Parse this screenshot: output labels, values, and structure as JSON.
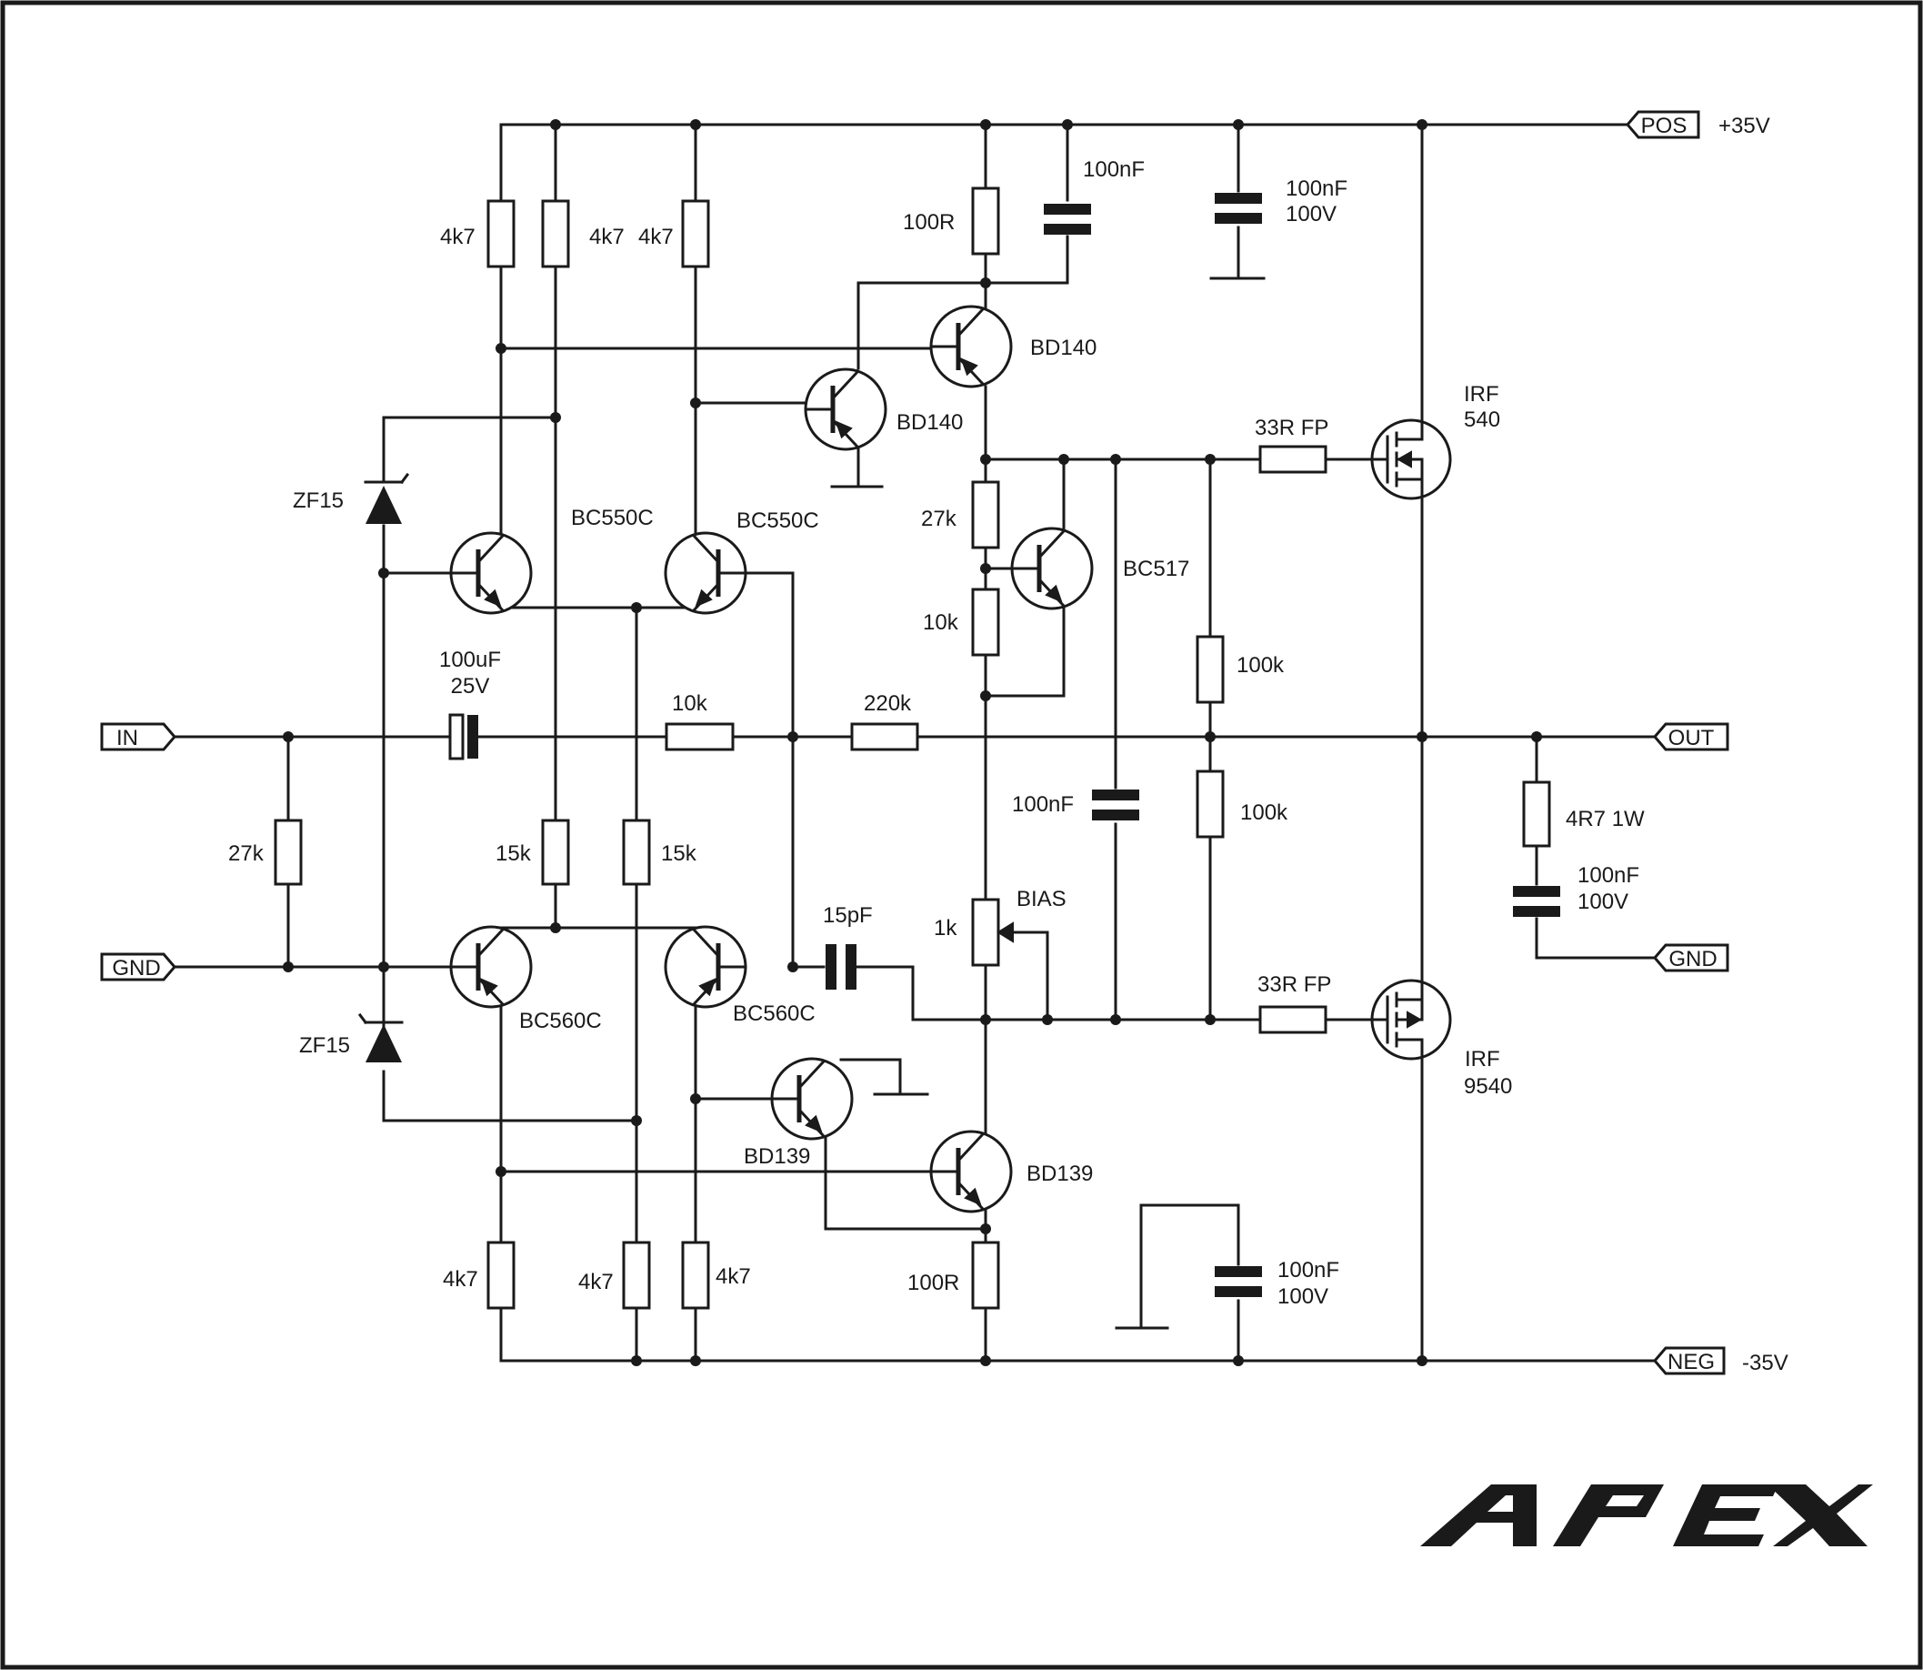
{
  "ports": {
    "in": "IN",
    "gnd_left": "GND",
    "pos": "POS",
    "pos_voltage": "+35V",
    "out": "OUT",
    "gnd_right": "GND",
    "neg": "NEG",
    "neg_voltage": "-35V"
  },
  "resistors": {
    "r_4k7_a": "4k7",
    "r_4k7_b": "4k7",
    "r_4k7_c": "4k7",
    "r_100r_top": "100R",
    "r_27k_vbe": "27k",
    "r_10k_vbe": "10k",
    "r_33r_top": "33R FP",
    "r_100k_a": "100k",
    "r_100k_b": "100k",
    "r_27k_in": "27k",
    "r_10k_fb": "10k",
    "r_220k_fb": "220k",
    "r_15k_a": "15k",
    "r_15k_b": "15k",
    "r_1k_bias": "1k",
    "r_33r_bot": "33R FP",
    "r_4r7": "4R7 1W",
    "r_4k7_d": "4k7",
    "r_4k7_e": "4k7",
    "r_4k7_f": "4k7",
    "r_100r_bot": "100R"
  },
  "capacitors": {
    "c_100nf_top": "100nF",
    "c_100nf_100v_top_a": "100nF",
    "c_100nf_100v_top_b": "100V",
    "c_100uf_a": "100uF",
    "c_100uf_b": "25V",
    "c_100nf_mid": "100nF",
    "c_15pf": "15pF",
    "c_zobel_a": "100nF",
    "c_zobel_b": "100V",
    "c_100nf_100v_bot_a": "100nF",
    "c_100nf_100v_bot_b": "100V"
  },
  "semis": {
    "zf15_top": "ZF15",
    "zf15_bot": "ZF15",
    "bc550c_a": "BC550C",
    "bc550c_b": "BC550C",
    "bd140_a": "BD140",
    "bd140_b": "BD140",
    "bc517": "BC517",
    "irf540_a": "IRF",
    "irf540_b": "540",
    "bc560c_a": "BC560C",
    "bc560c_b": "BC560C",
    "bd139_a": "BD139",
    "bd139_b": "BD139",
    "irf9540_a": "IRF",
    "irf9540_b": "9540",
    "bias": "BIAS"
  },
  "logo": "APEX"
}
